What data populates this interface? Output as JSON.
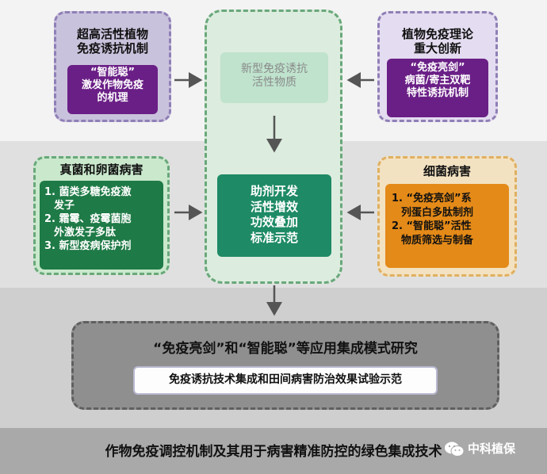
{
  "top_left": {
    "title_line1": "超高活性植物",
    "title_line2": "免疫诱抗机制",
    "inner_line1": "“智能聪”",
    "inner_line2": "激发作物免疫",
    "inner_line3": "的机理"
  },
  "top_right": {
    "title_line1": "植物免疫理论",
    "title_line2": "重大创新",
    "inner_line1": "“免疫亮剑”",
    "inner_line2": "病菌/寄主双靶",
    "inner_line3": "特性诱抗机制"
  },
  "center": {
    "box1_line1": "新型免疫诱抗",
    "box1_line2": "活性物质",
    "box2_line1": "助剂开发",
    "box2_line2": "活性增效",
    "box2_line3": "功效叠加",
    "box2_line4": "标准示范"
  },
  "mid_left": {
    "title": "真菌和卵菌病害",
    "item1_line1": "1. 菌类多糖免疫激",
    "item1_line2": "发子",
    "item2_line1": "2. 霜霉、疫霉菌胞",
    "item2_line2": "外激发子多肽",
    "item3": "3. 新型疫病保护剂"
  },
  "mid_right": {
    "title": "细菌病害",
    "item1_line1": "1. “免疫亮剑”系",
    "item1_line2": "列蛋白多肽制剂",
    "item2_line1": "2. “智能聪”活性",
    "item2_line2": "物质筛选与制备"
  },
  "lower": {
    "title": "“免疫亮剑”和“智能聪”等应用集成模式研究",
    "subtitle": "免疫诱抗技术集成和田间病害防治效果试验示范"
  },
  "bottom": {
    "text": "作物免疫调控机制及其用于病害精准防控的绿色集成技术",
    "watermark": "中科植保"
  },
  "colors": {
    "purple_dark": "#6a1f86",
    "green_dark": "#1e7a46",
    "green_center": "#1e8a66",
    "orange": "#e48a18",
    "arrow": "#555555"
  }
}
